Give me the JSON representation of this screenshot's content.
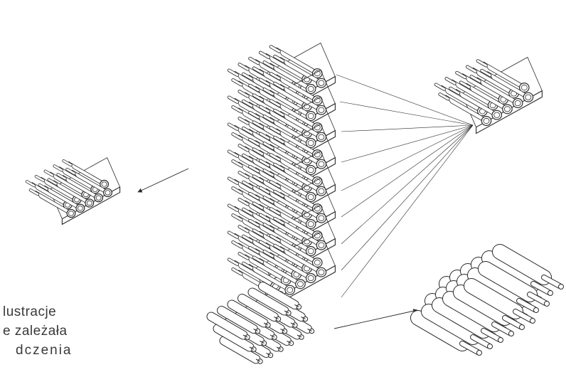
{
  "caption": {
    "lines": [
      "lustracje",
      "e zależała",
      "dczenia"
    ]
  },
  "icons": {
    "center": "wine-rack-tower-icon",
    "top_right": "single-wine-shelf-icon",
    "left": "single-wine-shelf-icon",
    "bottom_right": "loose-bottles-stack-icon"
  },
  "colors": {
    "line": "#2a2a2a",
    "fill": "#ffffff",
    "text": "#3a3a3a"
  }
}
